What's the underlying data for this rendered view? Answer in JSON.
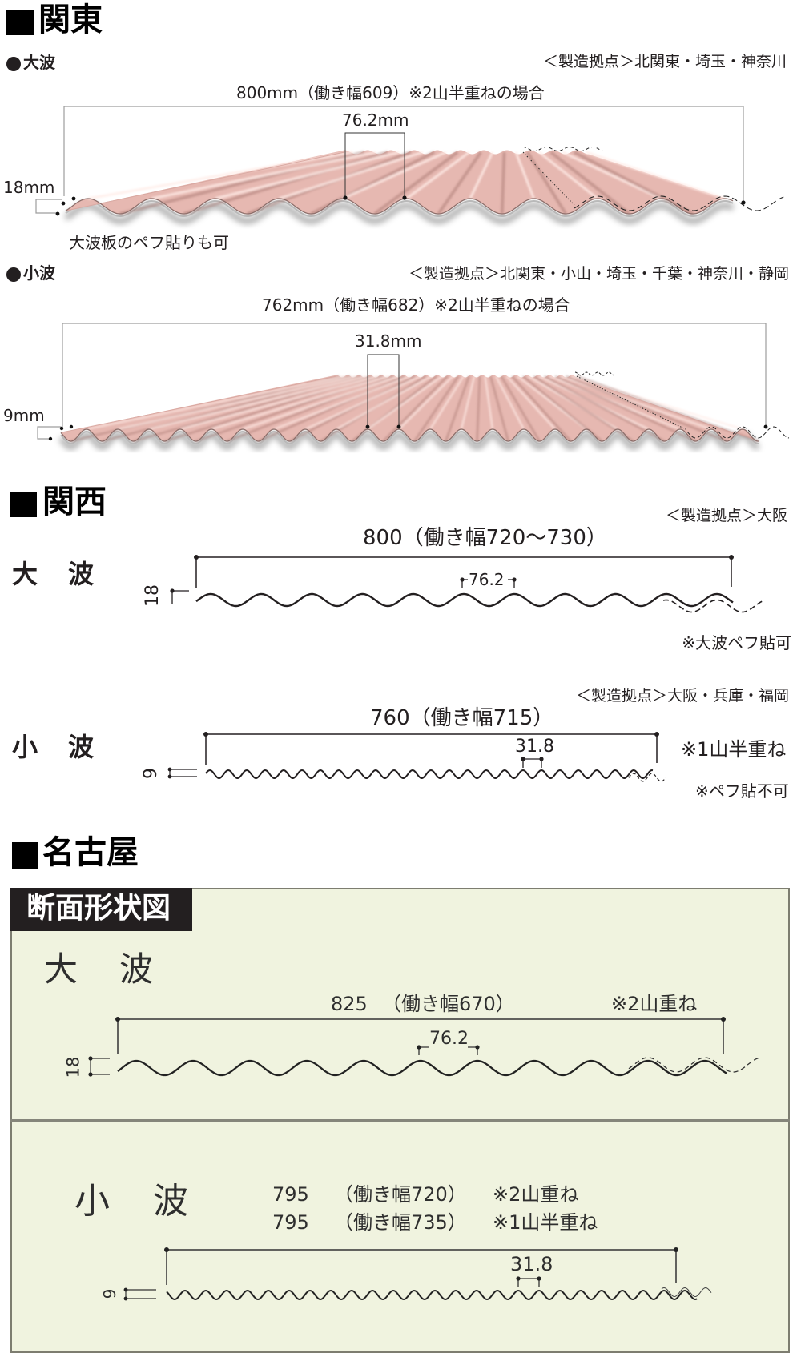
{
  "kanto": {
    "title": "関東",
    "okunami": {
      "label": "大波",
      "factory": "＜製造拠点＞北関東・埼玉・神奈川",
      "width_text": "800mm（働き幅609）※2山半重ねの場合",
      "pitch": "76.2mm",
      "height": "18mm",
      "note": "大波板のペフ貼りも可"
    },
    "konami": {
      "label": "小波",
      "factory": "＜製造拠点＞北関東・小山・埼玉・千葉・神奈川・静岡",
      "width_text": "762mm（働き幅682）※2山半重ねの場合",
      "pitch": "31.8mm",
      "height": "9mm"
    }
  },
  "kansai": {
    "title": "関西",
    "okunami": {
      "label": "大　波",
      "factory": "＜製造拠点＞大阪",
      "width_text": "800（働き幅720〜730）",
      "pitch": "76.2",
      "height": "18",
      "note": "※大波ペフ貼可"
    },
    "konami": {
      "label": "小　波",
      "factory": "＜製造拠点＞大阪・兵庫・福岡",
      "width_text": "760（働き幅715）",
      "pitch": "31.8",
      "height": "9",
      "notes": [
        "※1山半重ね",
        "※ペフ貼不可"
      ]
    }
  },
  "nagoya": {
    "title": "名古屋",
    "tab": "断面形状図",
    "okunami": {
      "label": "大　波",
      "length": "825",
      "work_width": "（働き幅670）",
      "note": "※2山重ね",
      "pitch": "76.2",
      "height": "18"
    },
    "konami": {
      "label": "小　波",
      "rows": [
        {
          "length": "795",
          "work_width": "（働き幅720）",
          "note": "※2山重ね"
        },
        {
          "length": "795",
          "work_width": "（働き幅735）",
          "note": "※1山半重ね"
        }
      ],
      "pitch": "31.8",
      "height": "9"
    }
  },
  "colors": {
    "sheet_pink": "#e6b8b1",
    "sheet_edge": "#8c6e6a",
    "panel_bg": "#f0f3df",
    "tab_bg": "#231f20",
    "ink": "#231f20"
  }
}
